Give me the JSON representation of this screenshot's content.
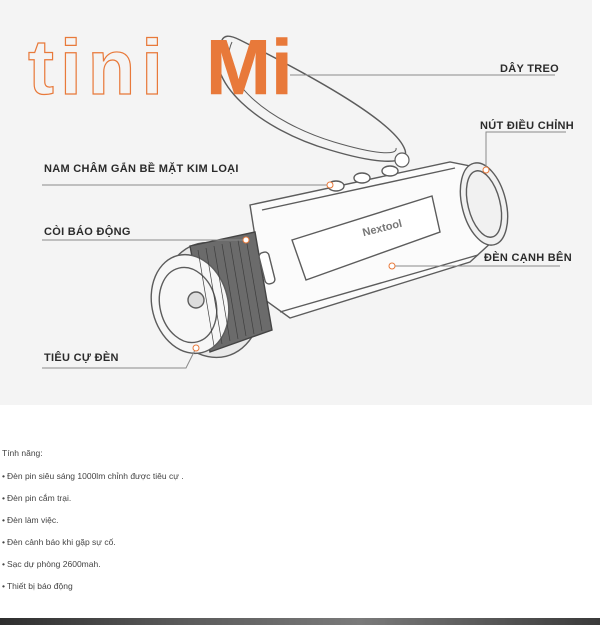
{
  "hero": {
    "top_crop": "",
    "logo_left": "tini",
    "logo_right": "Mi",
    "product_brand": "Nextool"
  },
  "labels": {
    "lanyard": "DÂY TREO",
    "adjust_button": "NÚT ĐIỀU CHỈNH",
    "magnet": "NAM CHÂM GẮN BỀ MẶT KIM LOẠI",
    "alarm": "CÒI BÁO ĐỘNG",
    "side_light": "ĐÈN CẠNH BÊN",
    "focus": "TIÊU CỰ ĐÈN"
  },
  "features": {
    "heading": "Tính năng:",
    "items": [
      "Đèn pin siêu sáng 1000lm chỉnh được tiêu cự .",
      "Đèn pin cắm trại.",
      "Đèn làm việc.",
      "Đèn cảnh báo khi gặp sự cố.",
      "Sạc dự phòng 2600mah.",
      "Thiết bị báo động"
    ],
    "bullet": "•"
  },
  "colors": {
    "accent": "#e8793a",
    "line": "#8a8a8a",
    "hero_bg": "#f4f4f4"
  }
}
